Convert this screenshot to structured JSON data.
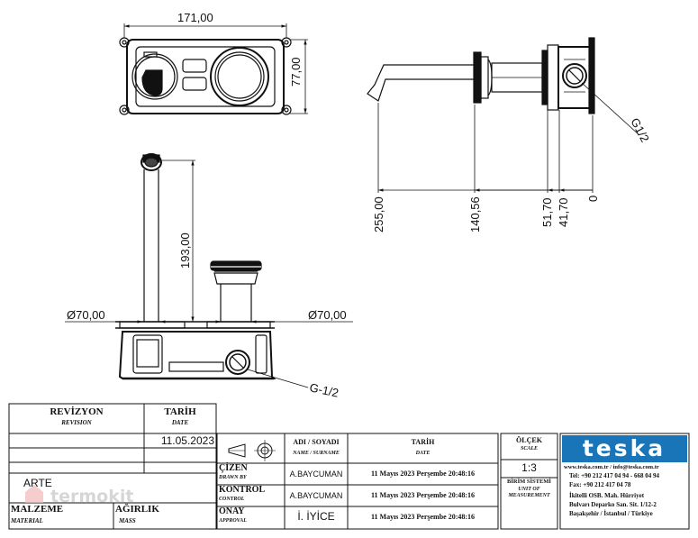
{
  "dimensions": {
    "width_top": "171,00",
    "height_top": "77,00",
    "height_front": "193,00",
    "dia_left": "Ø70,00",
    "dia_right": "Ø70,00",
    "thread_front": "G-1/2",
    "thread_side": "G1/2",
    "side_offsets": [
      "255,00",
      "140,56",
      "51,70",
      "41,70",
      "0"
    ]
  },
  "revision": {
    "title": "REVİZYON",
    "title_en": "REVISION",
    "date_title": "TARİH",
    "date_title_en": "DATE",
    "date_value": "11.05.2023"
  },
  "material": {
    "value": "ARTE",
    "label": "MALZEME",
    "label_en": "MATERIAL",
    "mass_label": "AĞIRLIK",
    "mass_label_en": "MASS"
  },
  "approvals": {
    "name_header": "ADI / SOYADI",
    "name_header_en": "NAME / SURNAME",
    "date_header": "TARİH",
    "date_header_en": "DATE",
    "rows": [
      {
        "label": "ÇİZEN",
        "label_en": "DRAWN BY",
        "name": "A.BAYCUMAN",
        "date": "11 Mayıs 2023 Perşembe 20:48:16"
      },
      {
        "label": "KONTROL",
        "label_en": "CONTROL",
        "name": "A.BAYCUMAN",
        "date": "11 Mayıs 2023 Perşembe 20:48:16"
      },
      {
        "label": "ONAY",
        "label_en": "APPROVAL",
        "name": "İ. İYİCE",
        "date": "11 Mayıs 2023 Perşembe 20:48:16"
      }
    ]
  },
  "scale": {
    "label": "ÖLÇEK",
    "label_en": "SCALE",
    "value": "1:3",
    "unit_label": "BİRİM SİSTEMİ",
    "unit_label_en": "UNIT OF MEASUREMENT"
  },
  "company": {
    "logo": "teska",
    "web": "www.teska.com.tr / info@teska.com.tr",
    "tel": "Tel:  +90 212 417 04 94 - 668 04 94",
    "fax": "Fax: +90 212 417 04 78",
    "addr1": "İkitelli OSB. Mah. Hürriyet",
    "addr2": "Bulvarı Deparko San. Sit. 1/12-2",
    "addr3": "Başakşehir / İstanbul / Türkiye"
  },
  "watermark": "termokit",
  "colors": {
    "line": "#111111",
    "logo_bg": "#1a74b8",
    "watermark": "#d9d9d9"
  }
}
